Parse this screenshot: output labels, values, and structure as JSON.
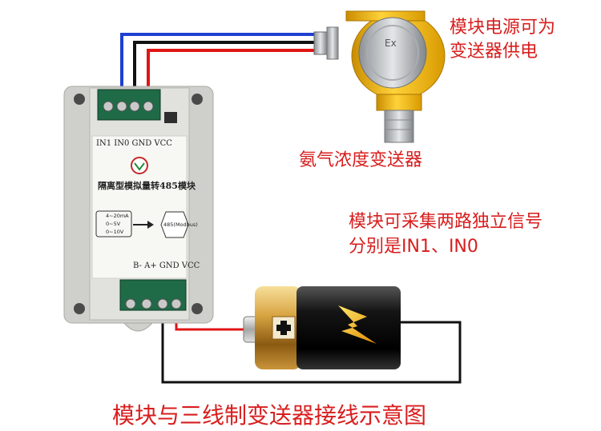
{
  "captions": {
    "power_line1": "模块电源可为",
    "power_line2": "变送器供电",
    "sensor": "氨气浓度变送器",
    "signal_line1": "模块可采集两路独立信号",
    "signal_line2": "分别是IN1、IN0",
    "diagram_title": "模块与三线制变送器接线示意图"
  },
  "module": {
    "top_terminals": "IN1  IN0  GND  VCC",
    "title": "隔离型模拟量转485模块",
    "input_ranges": [
      "4~20mA",
      "0~5V",
      "0~10V"
    ],
    "output_label": "485(Modbus)",
    "bottom_terminals": "B-  A+  GND  VCC"
  },
  "sensor_marking": "Ex",
  "wire_colors": {
    "blue": "#1f3fd1",
    "black": "#111111",
    "red": "#e01515"
  },
  "caption_color": "#d81e1e"
}
